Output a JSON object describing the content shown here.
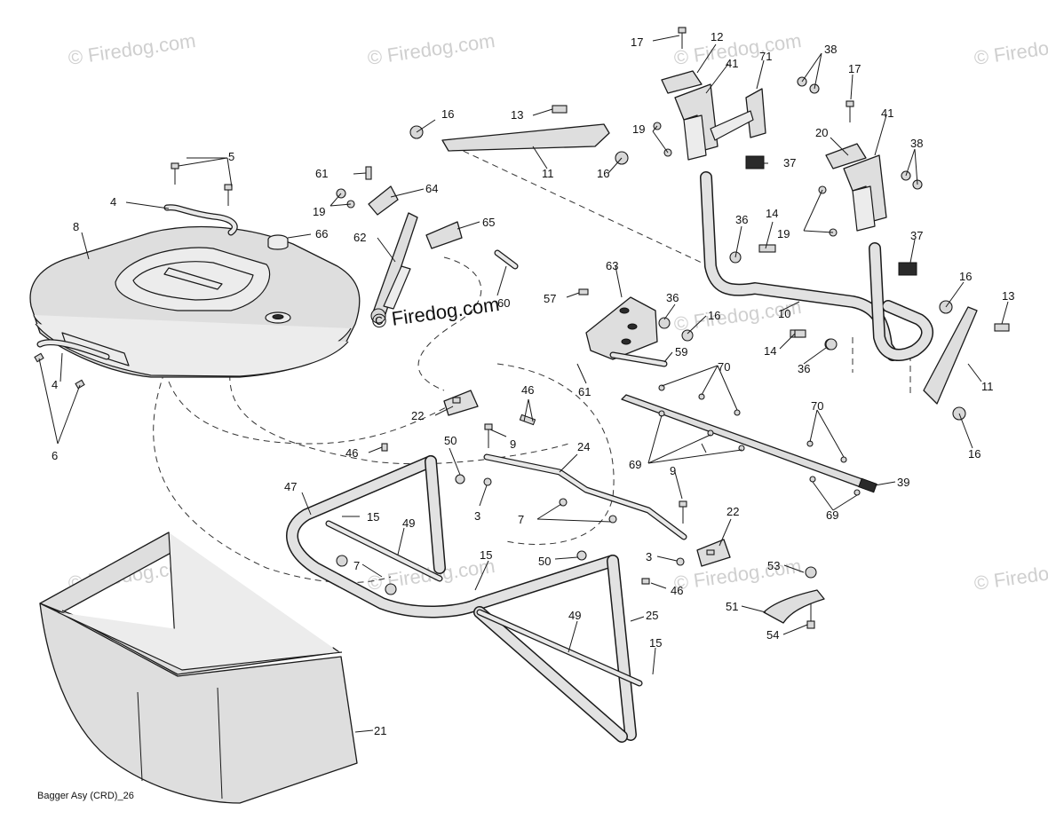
{
  "caption": "Bagger Asy (CRD)_26",
  "watermark": {
    "text": "© Firedog.com",
    "main_text": "© Firedog.com"
  },
  "callouts": {
    "c3a": "3",
    "c3b": "3",
    "c4a": "4",
    "c4b": "4",
    "c5": "5",
    "c6": "6",
    "c7a": "7",
    "c7b": "7",
    "c8": "8",
    "c9a": "9",
    "c9b": "9",
    "c10": "10",
    "c11a": "11",
    "c11b": "11",
    "c12": "12",
    "c13a": "13",
    "c13b": "13",
    "c14a": "14",
    "c14b": "14",
    "c15a": "15",
    "c15b": "15",
    "c15c": "15",
    "c16a": "16",
    "c16b": "16",
    "c16c": "16",
    "c16d": "16",
    "c16e": "16",
    "c17a": "17",
    "c17b": "17",
    "c19a": "19",
    "c19b": "19",
    "c19c": "19",
    "c20": "20",
    "c21": "21",
    "c22a": "22",
    "c22b": "22",
    "c24": "24",
    "c25": "25",
    "c36a": "36",
    "c36b": "36",
    "c36c": "36",
    "c37a": "37",
    "c37b": "37",
    "c38a": "38",
    "c38b": "38",
    "c39": "39",
    "c41a": "41",
    "c41b": "41",
    "c46a": "46",
    "c46b": "46",
    "c46c": "46",
    "c47": "47",
    "c49a": "49",
    "c49b": "49",
    "c50a": "50",
    "c50b": "50",
    "c51": "51",
    "c53": "53",
    "c54": "54",
    "c57": "57",
    "c59": "59",
    "c60": "60",
    "c61a": "61",
    "c61b": "61",
    "c62": "62",
    "c63": "63",
    "c64": "64",
    "c65": "65",
    "c66": "66",
    "c69a": "69",
    "c69b": "69",
    "c70a": "70",
    "c70b": "70",
    "c71": "71"
  }
}
